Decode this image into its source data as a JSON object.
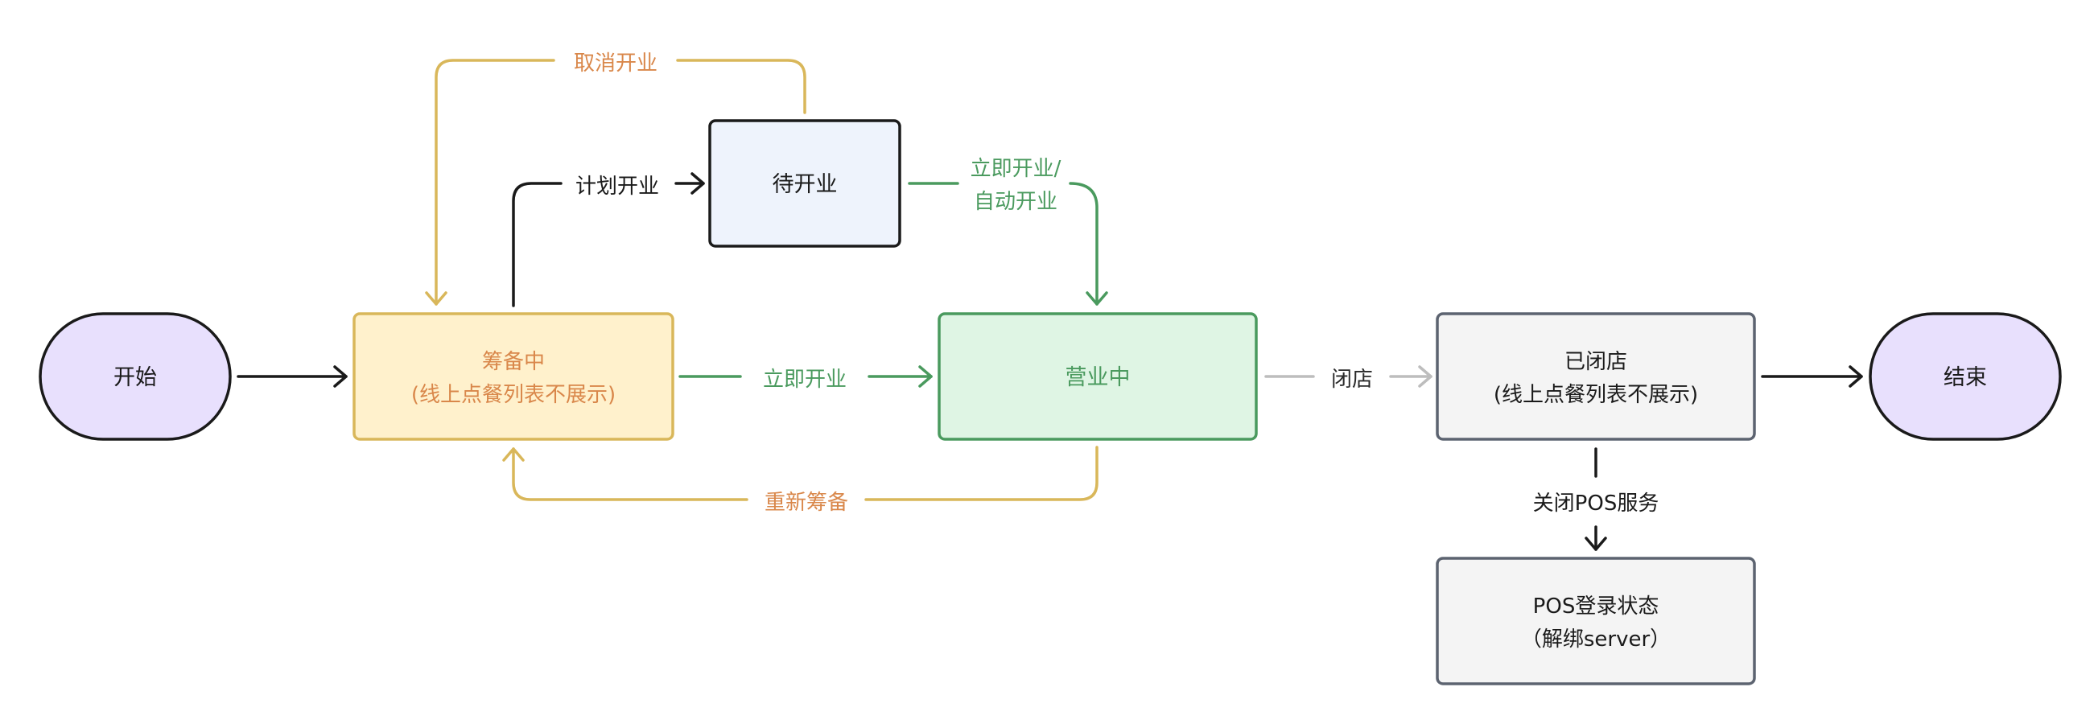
{
  "colors": {
    "terminal_fill": "#e8e0fd",
    "terminal_stroke": "#1a1a1a",
    "preparing_fill": "#fff1cc",
    "preparing_stroke": "#d9b75a",
    "preparing_text": "#d9874a",
    "pending_fill": "#eef3fc",
    "pending_stroke": "#1a1a1a",
    "open_fill": "#dff5e4",
    "open_stroke": "#4a9a5e",
    "open_text": "#4a9a5e",
    "closed_fill": "#f4f4f4",
    "closed_stroke": "#5c6370",
    "arrow_black": "#1a1a1a",
    "arrow_green": "#4a9a5e",
    "arrow_gold": "#d9b75a",
    "arrow_gray": "#bdbdbd",
    "label_orange": "#d9874a",
    "label_green": "#4a9a5e",
    "label_dark": "#2a2a2a"
  },
  "nodes": {
    "start": {
      "label": "开始"
    },
    "end": {
      "label": "结束"
    },
    "preparing": {
      "line1": "筹备中",
      "line2": "(线上点餐列表不展示)"
    },
    "pending": {
      "label": "待开业"
    },
    "open": {
      "label": "营业中"
    },
    "closed": {
      "line1": "已闭店",
      "line2": "(线上点餐列表不展示)"
    },
    "pos_login": {
      "line1": "POS登录状态",
      "line2": "（解绑server）"
    }
  },
  "edges": {
    "cancel_opening": "取消开业",
    "plan_opening": "计划开业",
    "open_now_auto_line1": "立即开业/",
    "open_now_auto_line2": "自动开业",
    "open_now": "立即开业",
    "re_prepare": "重新筹备",
    "close_store": "闭店",
    "close_pos": "关闭POS服务"
  }
}
